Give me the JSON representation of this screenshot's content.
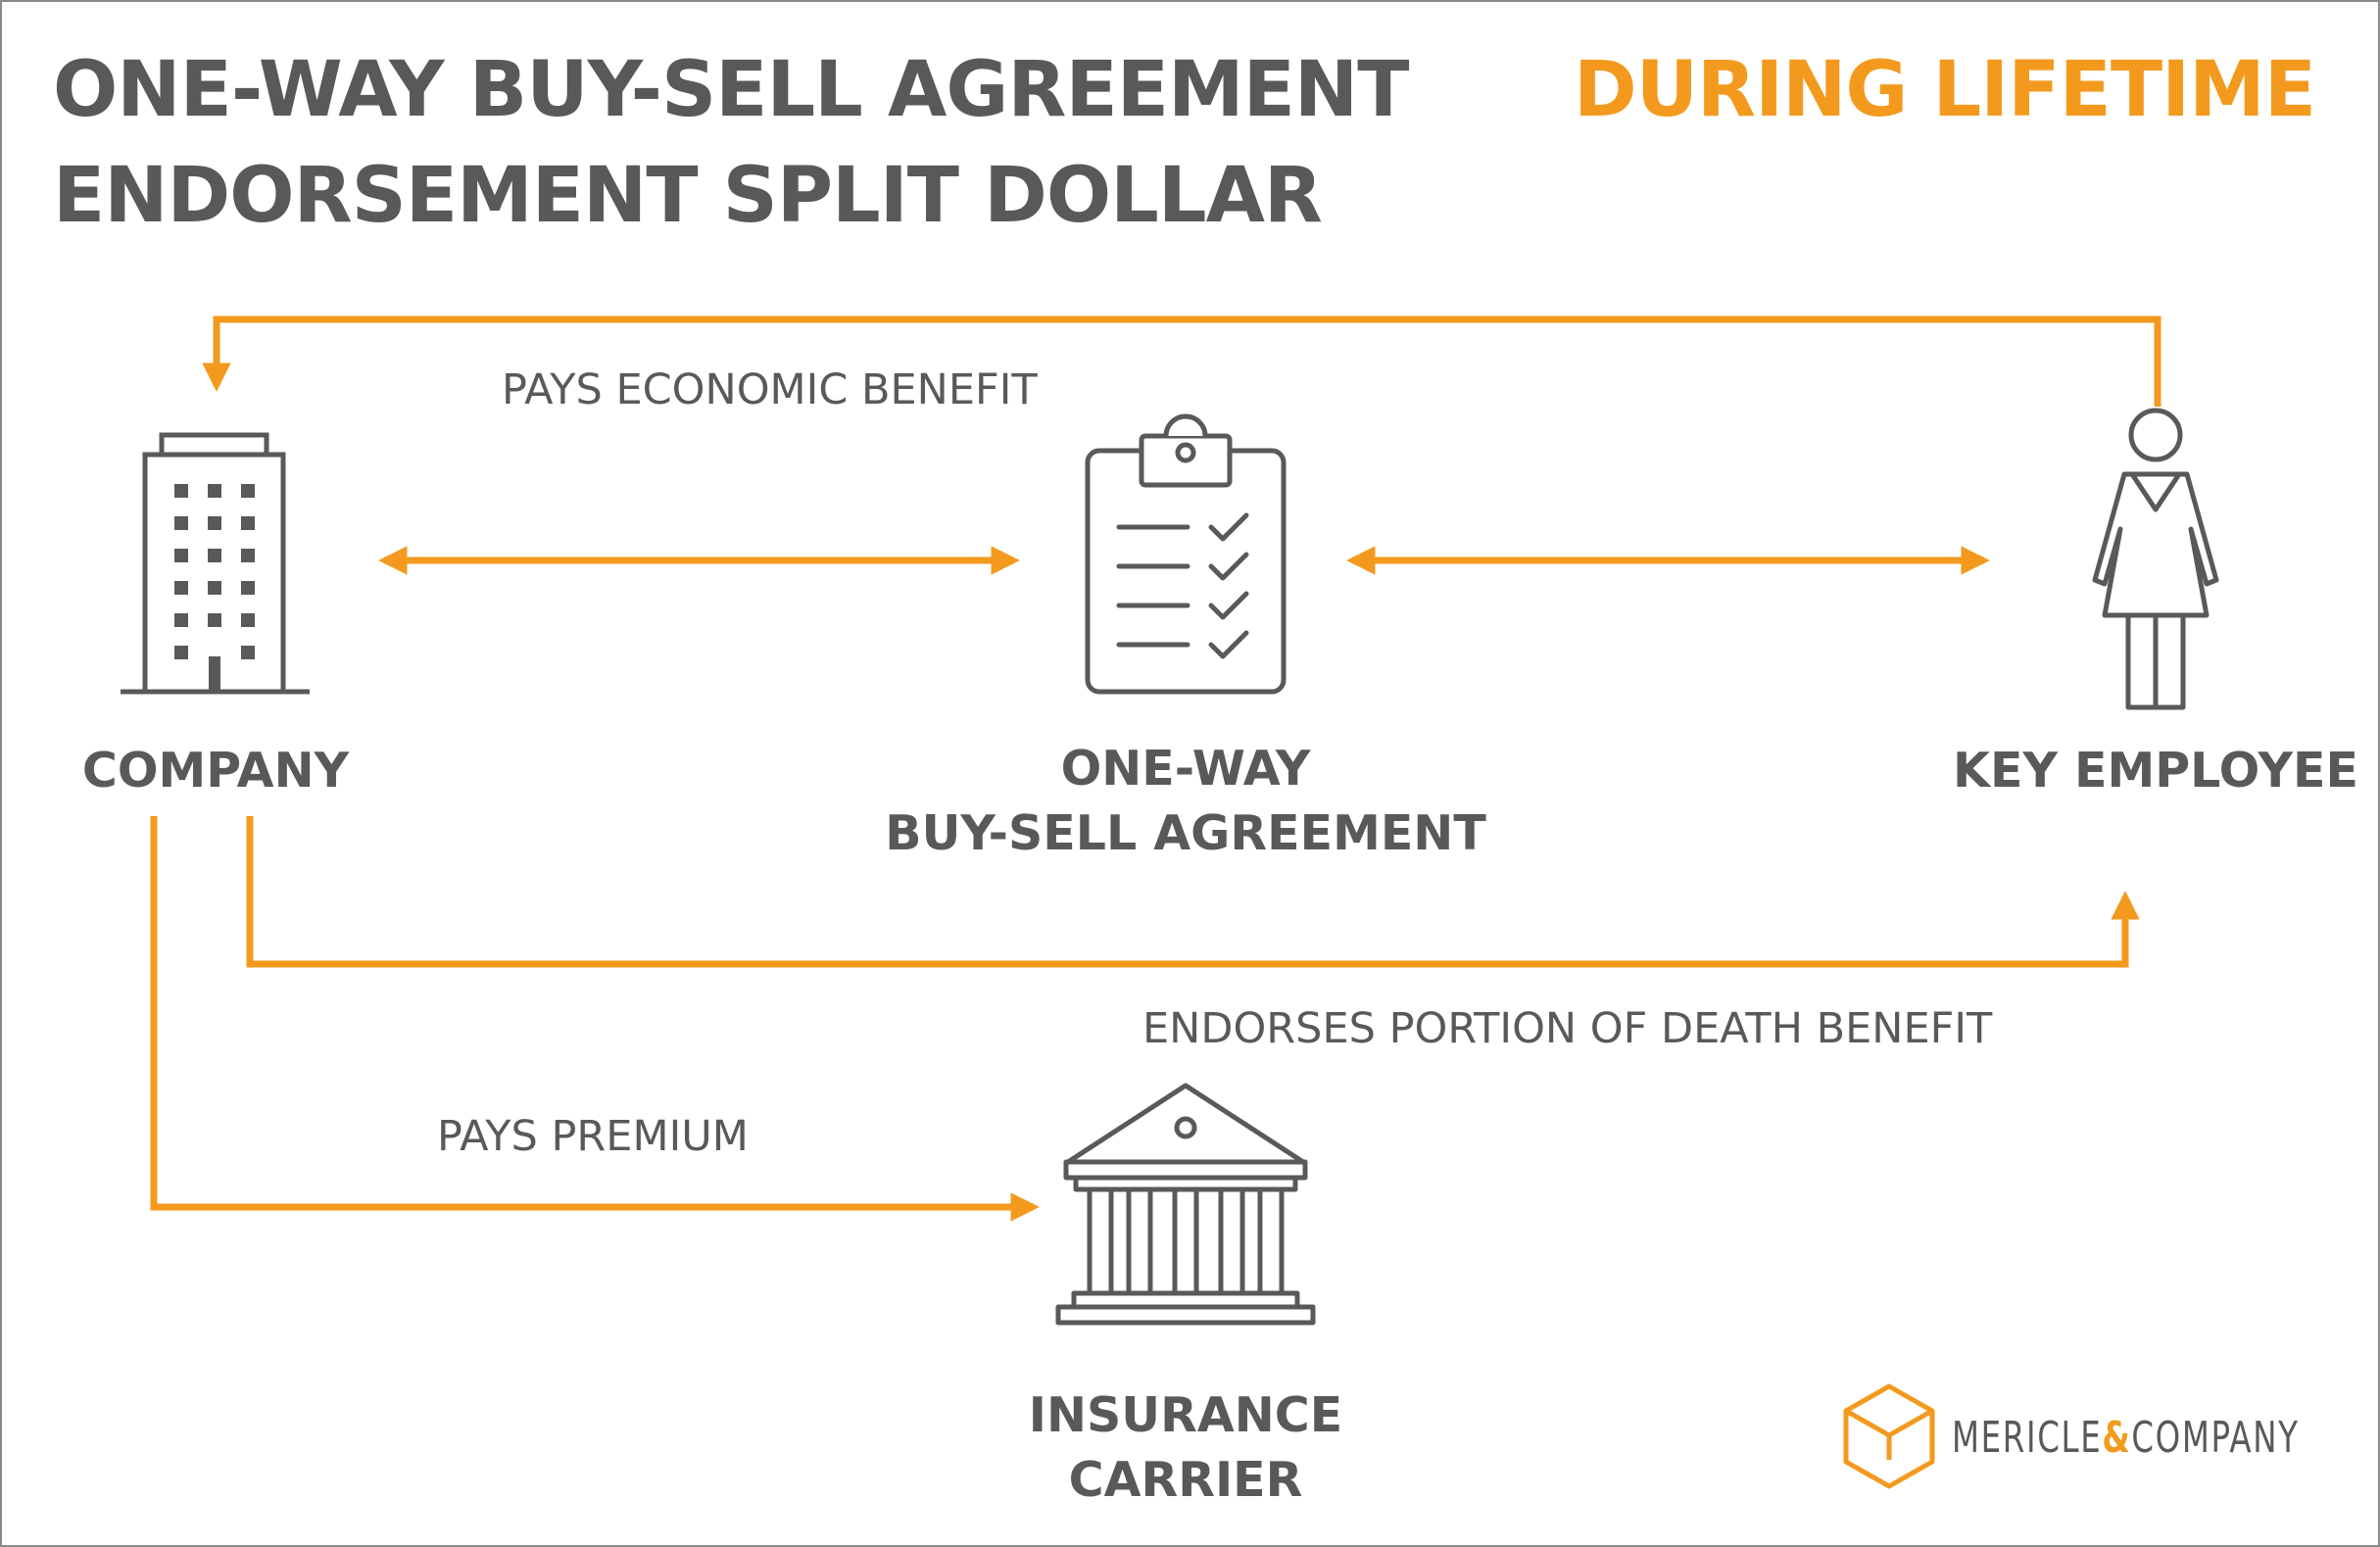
{
  "title": {
    "line1": "ONE-WAY BUY-SELL AGREEMENT",
    "line2": "ENDORSEMENT SPLIT DOLLAR"
  },
  "phase_tag": "DURING LIFETIME",
  "nodes": {
    "company": {
      "label": "COMPANY",
      "icon": "building-icon"
    },
    "agreement": {
      "label_line1": "ONE-WAY",
      "label_line2": "BUY-SELL AGREEMENT",
      "icon": "clipboard-checklist-icon"
    },
    "employee": {
      "label": "KEY EMPLOYEE",
      "icon": "person-icon"
    },
    "carrier": {
      "label_line1": "INSURANCE",
      "label_line2": "CARRIER",
      "icon": "bank-building-icon"
    }
  },
  "flows": {
    "economic_benefit": "PAYS ECONOMIC BENEFIT",
    "death_benefit": "ENDORSES PORTION OF DEATH BENEFIT",
    "premium": "PAYS PREMIUM"
  },
  "logo": {
    "name_part1": "MERICLE",
    "ampersand": "&",
    "name_part2": "COMPANY",
    "icon": "cube-logo-icon"
  },
  "colors": {
    "accent": "#f39a1e",
    "text": "#595959",
    "icon_stroke": "#595959",
    "frame": "#8a8a8a"
  }
}
